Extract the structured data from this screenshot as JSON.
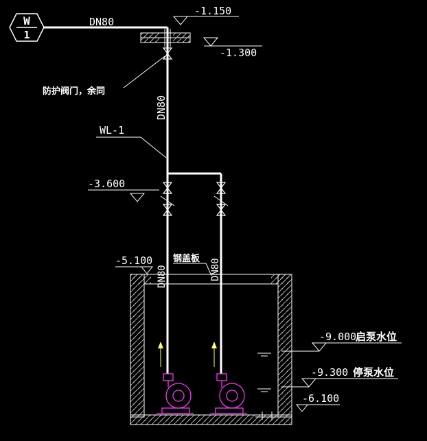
{
  "badge": {
    "letter": "W",
    "number": "1"
  },
  "pipe_labels": {
    "main_horizontal": "DN80",
    "riser": "DN80",
    "pump_left": "DN80",
    "pump_right": "DN80",
    "line_tag": "WL-1"
  },
  "elevations": {
    "top_upper": "-1.150",
    "top_lower": "-1.300",
    "valve_branch": "-3.600",
    "pit_top": "-5.100",
    "start_level": "-9.000",
    "stop_level": "-9.300",
    "pit_bottom": "-6.100"
  },
  "notes": {
    "valve_note": "防护阀门，余同",
    "cover_plate": "钢盖板",
    "start_pump_level": "启泵水位",
    "stop_pump_level": "停泵水位"
  },
  "colors": {
    "line": "#ffffff",
    "pump": "#ff33ff",
    "arrow": "#ffff66"
  }
}
